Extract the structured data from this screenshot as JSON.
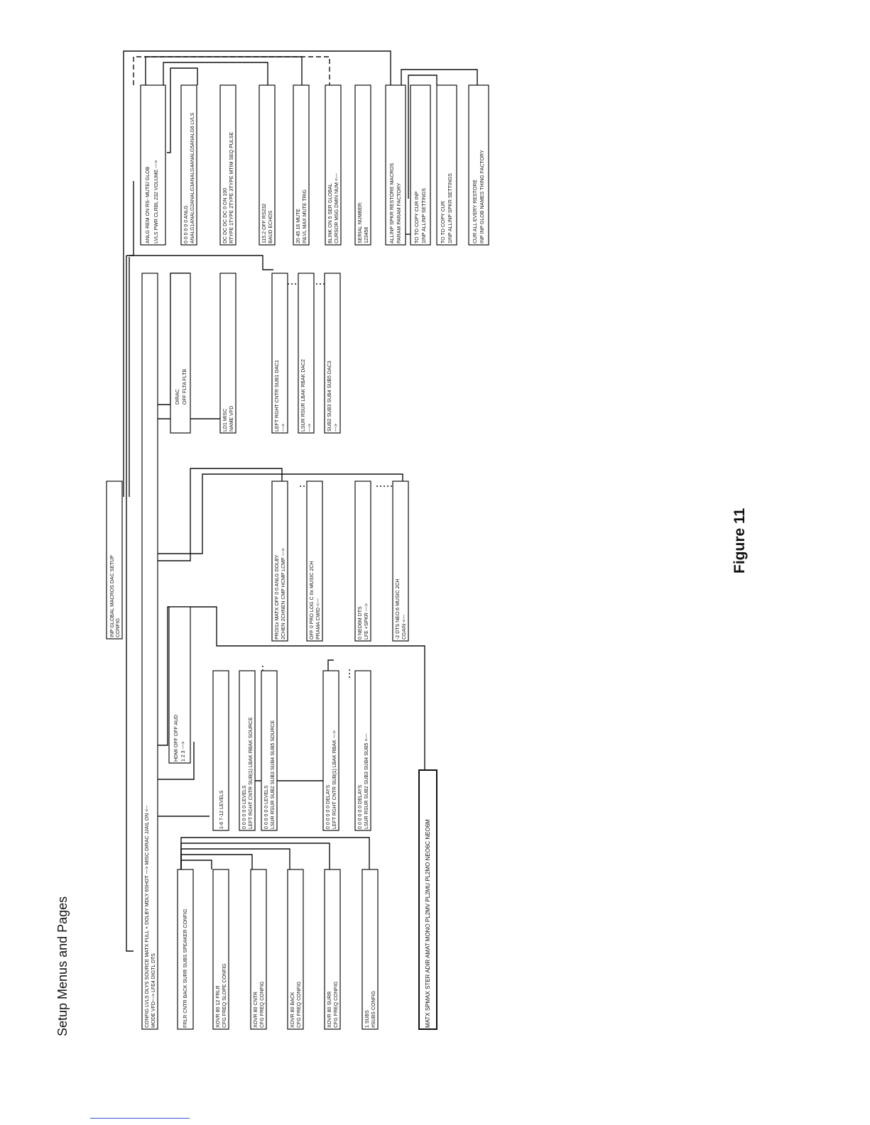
{
  "page": {
    "title": "Setup Menus and Pages",
    "figure_label": "Figure 11"
  },
  "boxes": [
    {
      "id": "main",
      "lines": [
        "INP GLOBAL MACROS      DAC      SETUP",
        "                          CONFIG"
      ]
    },
    {
      "id": "setup-main",
      "lines": [
        "CONFIG                    LVLS   DLYS   SOURCE   MATX   FULL     +       DOLBY      MDLY  6SHOT --->   MISC DIRAC  JJAIL  ON   <--",
        "                                                  MODE   VFD--->  LFE4    DIGTL  DTS"
      ]
    },
    {
      "id": "spk-config",
      "lines": [
        "FRLR  CNTR  BACK  SURR  SUBS   SPEAKER CONFIG"
      ]
    },
    {
      "id": "frlr-config",
      "lines": [
        "XOVR   80    12         FRLR",
        "CFG   FREQ  SLOPE     CONFIG"
      ]
    },
    {
      "id": "cntr-config",
      "lines": [
        "XOVR   80               CNTR",
        "CFG   FREQ              CONFIG"
      ]
    },
    {
      "id": "back-config",
      "lines": [
        "XOVR   80               BACK",
        "CFG   FREQ              CONFIG"
      ]
    },
    {
      "id": "surr-config",
      "lines": [
        "XOVR   80               SURR",
        "CFG   FREQ              CONFIG"
      ]
    },
    {
      "id": "subs-config",
      "lines": [
        "1                       SUBS",
        "#SUBS                   CONFIG"
      ]
    },
    {
      "id": "levels-main",
      "lines": [
        "1-6   7-12              LEVELS"
      ]
    },
    {
      "id": "levels-1",
      "lines": [
        "0    0    0    0    0    0   LEVELS",
        "LEFT RGHT CNTR SUB(1) LBAK RBAK SOURCE"
      ]
    },
    {
      "id": "levels-2",
      "lines": [
        "0    0    0    0    0    0   LEVELS",
        "LSUR RSUR SUB2 SUB3 SUB4 SUB5 SOURCE"
      ]
    },
    {
      "id": "delays-1",
      "lines": [
        "0    0    0    0    0    0   DELAYS",
        "LEFT RGHT CNTR SUB(1) LBAK RBAK --->"
      ]
    },
    {
      "id": "delays-2",
      "lines": [
        "0    0    0    0    0    0   DELAYS",
        "LSUR RSUR SUB2 SUB3 SUB4 SUB5 <---"
      ]
    },
    {
      "id": "source",
      "lines": [
        "HDMI  OFF   OFF         AUD",
        "1     2     3           --->"
      ]
    },
    {
      "id": "modes",
      "lines": [
        "MATX SPMAX STER ADIR AMAT MONO PL2MV PL2MU PL2MO NEO6C NEO6M"
      ]
    },
    {
      "id": "dolby-1",
      "lines": [
        "PROI1x MATX  OFF   0    0    ANLG DOLBY",
        "2CHEN 2CHNEN CMP  HCMP  LCMP      --->"
      ]
    },
    {
      "id": "dolby-2",
      "lines": [
        "OFF   0          PRO LOG C IIx MUSIC 2CH",
        "PRAMA CWID                          <---"
      ]
    },
    {
      "id": "dts-1",
      "lines": [
        "0     NEO6M                        DTS",
        "LFE   +SPKR                        --->"
      ]
    },
    {
      "id": "dts-2",
      "lines": [
        "-2              DTS NEO:6 MUSIC 2CH",
        "CGAIN                            <---"
      ]
    },
    {
      "id": "dirac",
      "lines": [
        "DIRAC",
        "OFF      FLTA    FLTB"
      ]
    },
    {
      "id": "misc",
      "lines": [
        "LD1                              MISC",
        "NAME                             VFD"
      ]
    },
    {
      "id": "dac-1",
      "lines": [
        "LEFT  RGHT  CNTR  SUB1           DAC1",
        "                                 --->"
      ]
    },
    {
      "id": "dac-2",
      "lines": [
        "LSUR  RSUR  LBAK  RBAK           DAC2",
        "                                 --->"
      ]
    },
    {
      "id": "dac-3",
      "lines": [
        "SUB2  SUB3  SUB4  SUB5           DAC3",
        "                                 --->"
      ]
    },
    {
      "id": "global-1",
      "lines": [
        "ANLG    REM   ON    RS-    MUTE/  GLOB",
        "LVLS    PWR  CLRBL  232   VOLUME  --->"
      ]
    },
    {
      "id": "global-2",
      "lines": [
        "0      0      0      0      0      0    ANLG",
        "ANALG1ANALG2ANALG3ANALG4ANALG5ANALG6 LVLS"
      ]
    },
    {
      "id": "global-3",
      "lines": [
        "DC     DC     DC     DC     0     ON    100",
        "RTYPE  1TYPE  2TYPE  3TYPE  MTIM  SEQ  PULSE"
      ]
    },
    {
      "id": "global-4",
      "lines": [
        "115.2   OFF                          RS232",
        "BAUD   ECHOS"
      ]
    },
    {
      "id": "global-5",
      "lines": [
        "20              45     16      MUTE",
        "INLVL          MAX   MUTE    TRIG"
      ]
    },
    {
      "id": "global-6",
      "lines": [
        "BLINK   ON      5     SER    GLOBAL",
        "CURSOR  MSG   DMIN    NUM    <---"
      ]
    },
    {
      "id": "global-7",
      "lines": [
        "SERIAL NUMBER:",
        "123456"
      ]
    },
    {
      "id": "macros-1",
      "lines": [
        "ALLINP   SPKR  RESTORE              MACROS",
        "PARAM   PARAM  FACTORY"
      ]
    },
    {
      "id": "macros-2",
      "lines": [
        "TO    TO           COPY  CUR   INP",
        "1INP  ALLINP            SETTINGS"
      ]
    },
    {
      "id": "macros-3",
      "lines": [
        "TO    TO           COPY  CUR",
        "1INP  ALLINP      SPKR SETTINGS"
      ]
    },
    {
      "id": "macros-4",
      "lines": [
        "CUR   ALL                EVERY    RESTORE",
        "INP   INP  GLOB  NAMES   THING    FACTORY"
      ]
    }
  ],
  "connectors": []
}
